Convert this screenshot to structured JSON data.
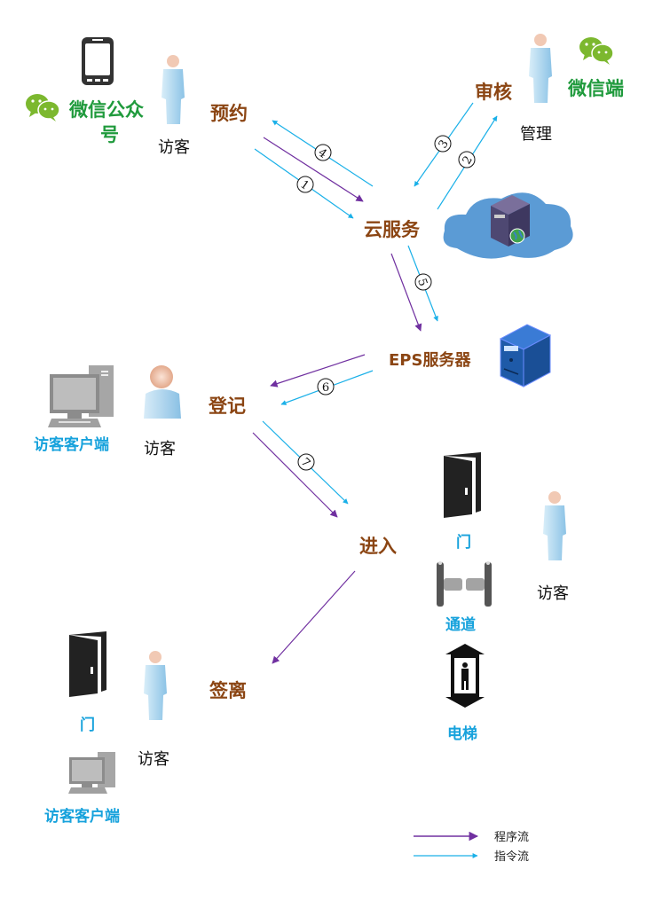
{
  "stages": {
    "reserve": "预约",
    "review": "审核",
    "cloud": "云服务",
    "eps": "EPS服务器",
    "register": "登记",
    "enter": "进入",
    "signout": "签离"
  },
  "labels": {
    "wechat_official_line1": "微信公众",
    "wechat_official_line2": "号",
    "wechat_client": "微信端",
    "visitor": "访客",
    "admin": "管理",
    "visitor_client": "访客客户端",
    "door": "门",
    "channel": "通道",
    "elevator": "电梯"
  },
  "steps": [
    "①",
    "②",
    "③",
    "④",
    "⑤",
    "⑥",
    "⑦"
  ],
  "legend": {
    "program_flow": "程序流",
    "command_flow": "指令流"
  },
  "colors": {
    "program_flow": "#7030a0",
    "command_flow": "#1ab0e8",
    "stage_text": "#8b4513",
    "wechat_green": "#1f9a3c",
    "client_blue": "#17a2dc"
  },
  "icons": {
    "phone": "mobile-phone-icon",
    "wechat": "wechat-icon",
    "person": "person-icon",
    "cloud_server": "cloud-server-icon",
    "server": "server-icon",
    "desktop": "desktop-computer-icon",
    "door": "door-icon",
    "turnstile": "turnstile-gate-icon",
    "elevator": "elevator-icon"
  }
}
